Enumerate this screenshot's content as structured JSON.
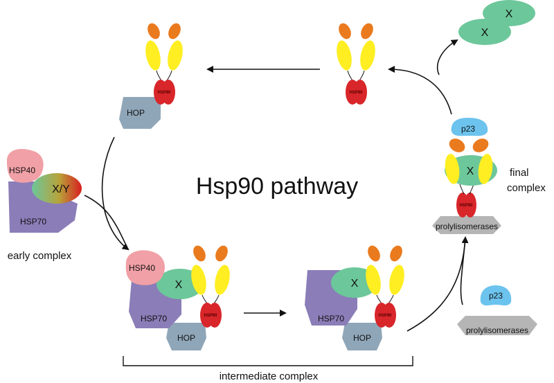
{
  "title": "Hsp90 pathway",
  "labels": {
    "hsp40": "HSP40",
    "hsp70": "HSP70",
    "hop": "HOP",
    "hsp90": "HSP90",
    "p23": "p23",
    "prolyl": "prolylisomerases",
    "client_xy": "X/Y",
    "client_x": "X"
  },
  "stages": {
    "early": "early complex",
    "final_line1": "final",
    "final_line2": "complex",
    "intermediate": "intermediate complex"
  },
  "colors": {
    "hsp40": "#f0a0a6",
    "hsp70": "#8b7db8",
    "hop": "#8fa6b8",
    "hsp90_dimer": "#d8262a",
    "hsp90_middle": "#ffee22",
    "hsp90_nterm": "#ea7a1e",
    "client": "#6cc79a",
    "p23": "#6cc3ee",
    "prolyl": "#b5b5b5"
  }
}
